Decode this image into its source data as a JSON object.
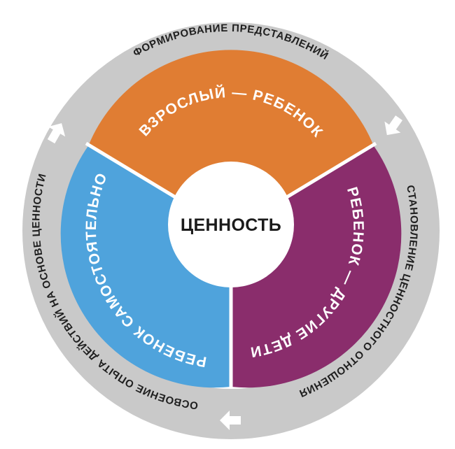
{
  "center": {
    "label": "ЦЕННОСТЬ"
  },
  "segments": [
    {
      "label": "ВЗРОСЛЫЙ — РЕБЕНОК",
      "color": "#e07d33"
    },
    {
      "label": "РЕБЕНОК — ДРУГИЕ ДЕТИ",
      "color": "#8a2d6c"
    },
    {
      "label": "РЕБЕНОК САМОСТОЯТЕЛЬНО",
      "color": "#4fa3dc"
    }
  ],
  "ring": {
    "color": "#c9c9c9",
    "arrow_color": "#ffffff",
    "labels": [
      "ФОРМИРОВАНИЕ ПРЕДСТАВЛЕНИЙ",
      "СТАНОВЛЕНИЕ ЦЕННОСТНОГО ОТНОШЕНИЯ",
      "ОСВОЕНИЕ ОПЫТА ДЕЙСТВИЙ НА ОСНОВЕ ЦЕННОСТИ"
    ]
  }
}
